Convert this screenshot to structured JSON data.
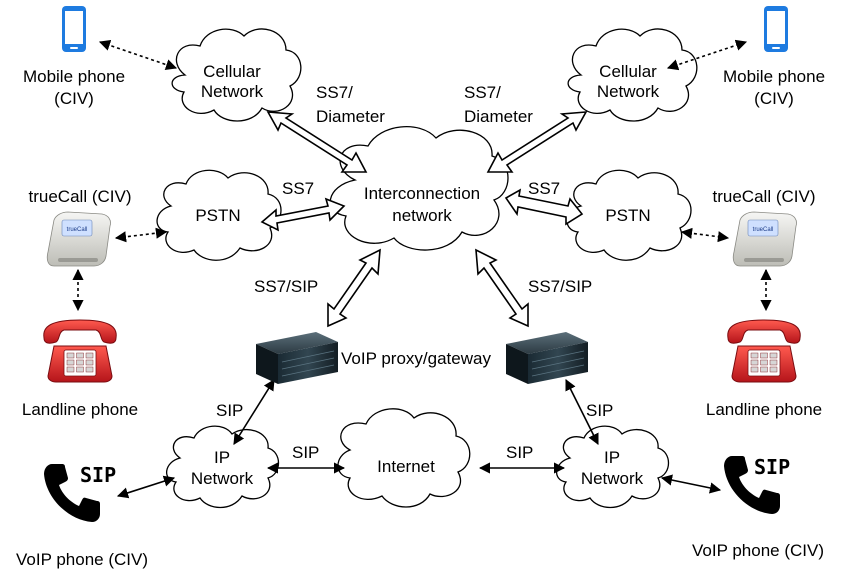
{
  "labels": {
    "mobile_left": [
      "Mobile phone",
      "(CIV)"
    ],
    "mobile_right": [
      "Mobile phone",
      "(CIV)"
    ],
    "cellular_left": [
      "Cellular",
      "Network"
    ],
    "cellular_right": [
      "Cellular",
      "Network"
    ],
    "ss7_diameter_left": [
      "SS7/",
      "Diameter"
    ],
    "ss7_diameter_right": [
      "SS7/",
      "Diameter"
    ],
    "interconnection": [
      "Interconnection",
      "network"
    ],
    "ss7_left": "SS7",
    "ss7_right": "SS7",
    "pstn_left": "PSTN",
    "pstn_right": "PSTN",
    "truecall_left": "trueCall (CIV)",
    "truecall_right": "trueCall (CIV)",
    "ss7sip_left": "SS7/SIP",
    "ss7sip_right": "SS7/SIP",
    "voip_gateway": "VoIP proxy/gateway",
    "landline_left": "Landline phone",
    "landline_right": "Landline phone",
    "sip_left_vertical": "SIP",
    "sip_right_vertical": "SIP",
    "sip_left_horizontal": "SIP",
    "sip_right_horizontal": "SIP",
    "ip_left": [
      "IP",
      "Network"
    ],
    "ip_right": [
      "IP",
      "Network"
    ],
    "internet": "Internet",
    "voip_left": "VoIP phone (CIV)",
    "voip_right": "VoIP phone (CIV)",
    "sip_badge": "SIP",
    "truecall_device_text": "trueCall"
  },
  "colors": {
    "mobile_icon": "#1E7BE0",
    "landline_icon": "#D92B2B",
    "server": "#1a2a33",
    "voip_icon": "#000000"
  },
  "icons": {
    "mobile": "smartphone-icon",
    "landline": "telephone-icon",
    "truecall": "call-blocker-device-icon",
    "server": "server-icon",
    "voip": "phone-handset-icon"
  }
}
